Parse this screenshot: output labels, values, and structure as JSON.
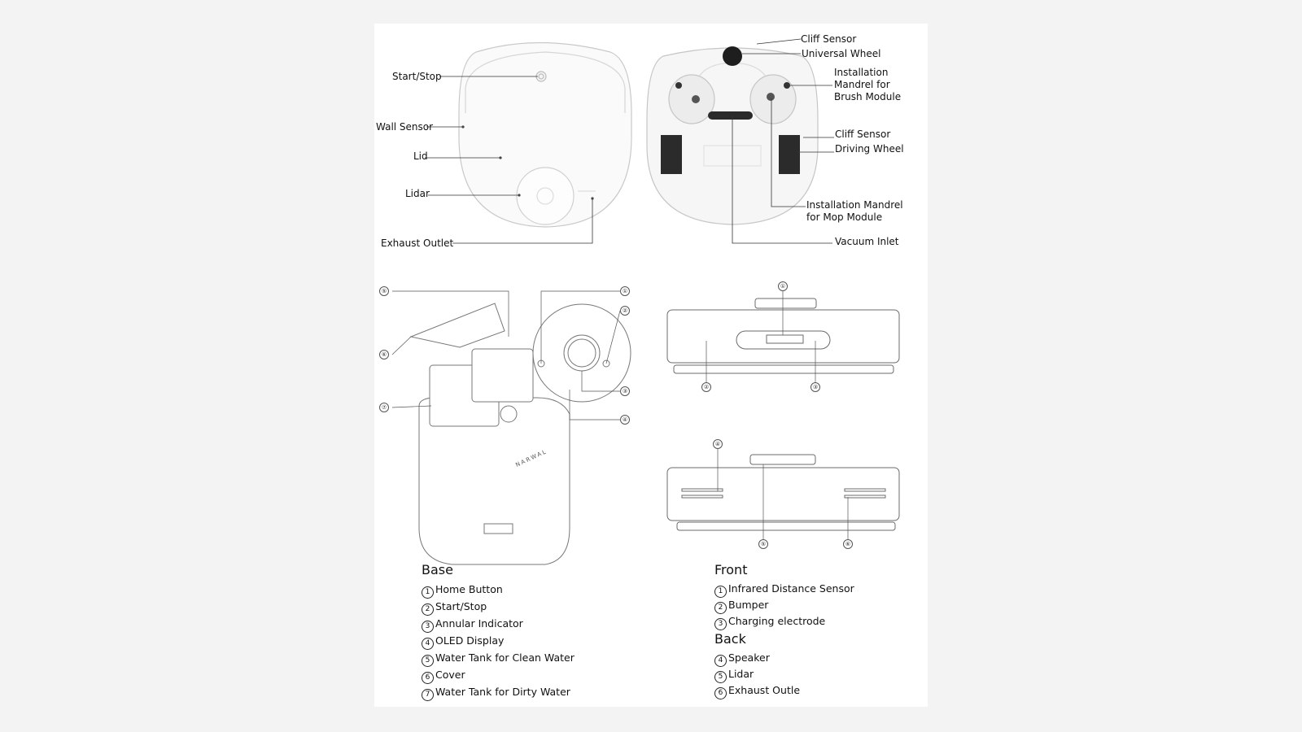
{
  "top_left_labels": {
    "start_stop": "Start/Stop",
    "wall_sensor": "Wall Sensor",
    "lid": "Lid",
    "lidar": "Lidar",
    "exhaust_outlet": "Exhaust Outlet"
  },
  "top_right_labels": {
    "cliff_sensor_top": "Cliff Sensor",
    "universal_wheel": "Universal Wheel",
    "install_brush": "Installation Mandrel for Brush Module",
    "cliff_sensor_mid": "Cliff Sensor",
    "driving_wheel": "Driving Wheel",
    "install_mop": "Installation Mandrel for Mop Module",
    "vacuum_inlet": "Vacuum Inlet"
  },
  "brand_text": "NARWAL",
  "base_callouts": [
    "⑤",
    "①",
    "②",
    "⑥",
    "③",
    "⑦",
    "④"
  ],
  "front_callouts": [
    "①",
    "②",
    "③"
  ],
  "back_callouts": [
    "④",
    "⑤",
    "⑥"
  ],
  "legend_base": {
    "title": "Base",
    "items": [
      {
        "n": "1",
        "t": "Home Button"
      },
      {
        "n": "2",
        "t": "Start/Stop"
      },
      {
        "n": "3",
        "t": "Annular Indicator"
      },
      {
        "n": "4",
        "t": "OLED Display"
      },
      {
        "n": "5",
        "t": "Water Tank for Clean Water"
      },
      {
        "n": "6",
        "t": "Cover"
      },
      {
        "n": "7",
        "t": "Water Tank for Dirty Water"
      }
    ]
  },
  "legend_front": {
    "title": "Front",
    "items": [
      {
        "n": "1",
        "t": "Infrared Distance Sensor"
      },
      {
        "n": "2",
        "t": "Bumper"
      },
      {
        "n": "3",
        "t": "Charging electrode"
      }
    ]
  },
  "legend_back": {
    "title": "Back",
    "items": [
      {
        "n": "4",
        "t": "Speaker"
      },
      {
        "n": "5",
        "t": "Lidar"
      },
      {
        "n": "6",
        "t": "Exhaust Outle"
      }
    ]
  }
}
